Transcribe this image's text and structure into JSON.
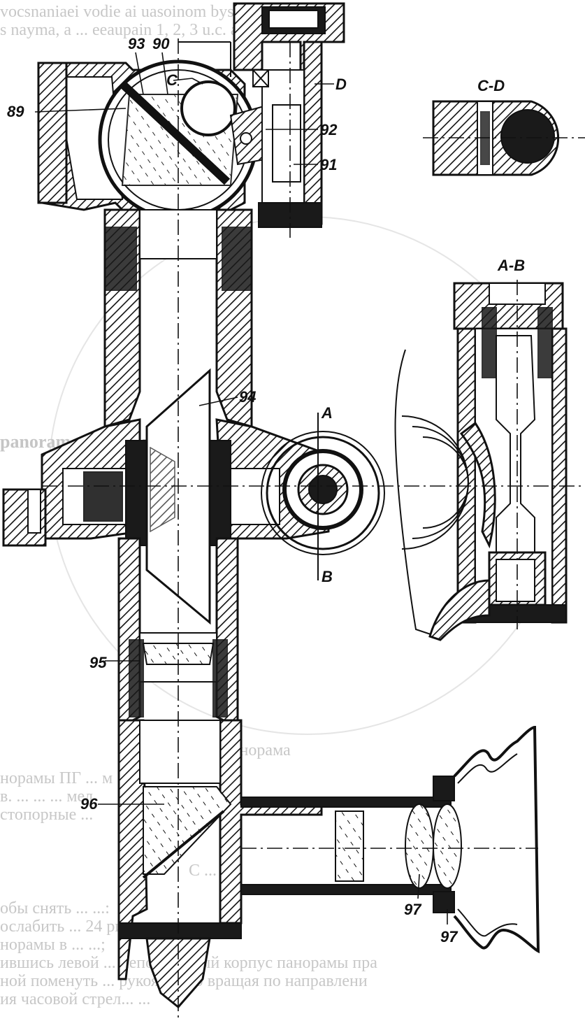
{
  "diagram": {
    "part_labels": [
      "89",
      "90",
      "91",
      "92",
      "93",
      "94",
      "95",
      "96",
      "97",
      "97"
    ],
    "section_marks": [
      "C",
      "D",
      "A",
      "B"
    ],
    "section_titles": [
      "C-D",
      "A-B"
    ]
  },
  "background_text": {
    "top_line_1": "vocsnaniaei vodie ai uasoinom bysiorue A D",
    "top_line_2": "s nayma, a ... eeaupain 1, 2, 3 u.c. a",
    "middle_caption": "panorame eneunr rapame",
    "figure_caption": "брудийное панорама",
    "bottom_lines": [
      "норамы ПГ ... м ... мнасс",
      "в. ... ... ... мел",
      "стопорные ...",
      "С ... ...",
      "обы снять ... ...:",
      "ослабить ... 24 рис. ... ... ви",
      "норамы в ... ...;",
      "ившись левой ... неподвижный корпус панорамы пра",
      "ной поменуть ... рукоятку 80 вращая по направлени",
      "ия часовой стрел... ..."
    ]
  }
}
